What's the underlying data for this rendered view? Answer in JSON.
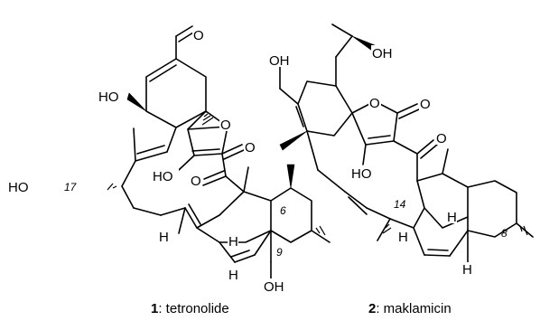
{
  "compounds": [
    {
      "number": "1",
      "name": ": tetronolide",
      "locants": [
        "17",
        "6",
        "9"
      ],
      "atom_labels": [
        "O",
        "HO",
        "O",
        "O",
        "HO",
        "HO",
        "O",
        "H",
        "H",
        "H",
        "OH"
      ]
    },
    {
      "number": "2",
      "name": ": maklamicin",
      "locants": [
        "14",
        "8"
      ],
      "atom_labels": [
        "OH",
        "OH",
        "O",
        "O",
        "O",
        "HO",
        "H",
        "H",
        "H"
      ]
    }
  ]
}
